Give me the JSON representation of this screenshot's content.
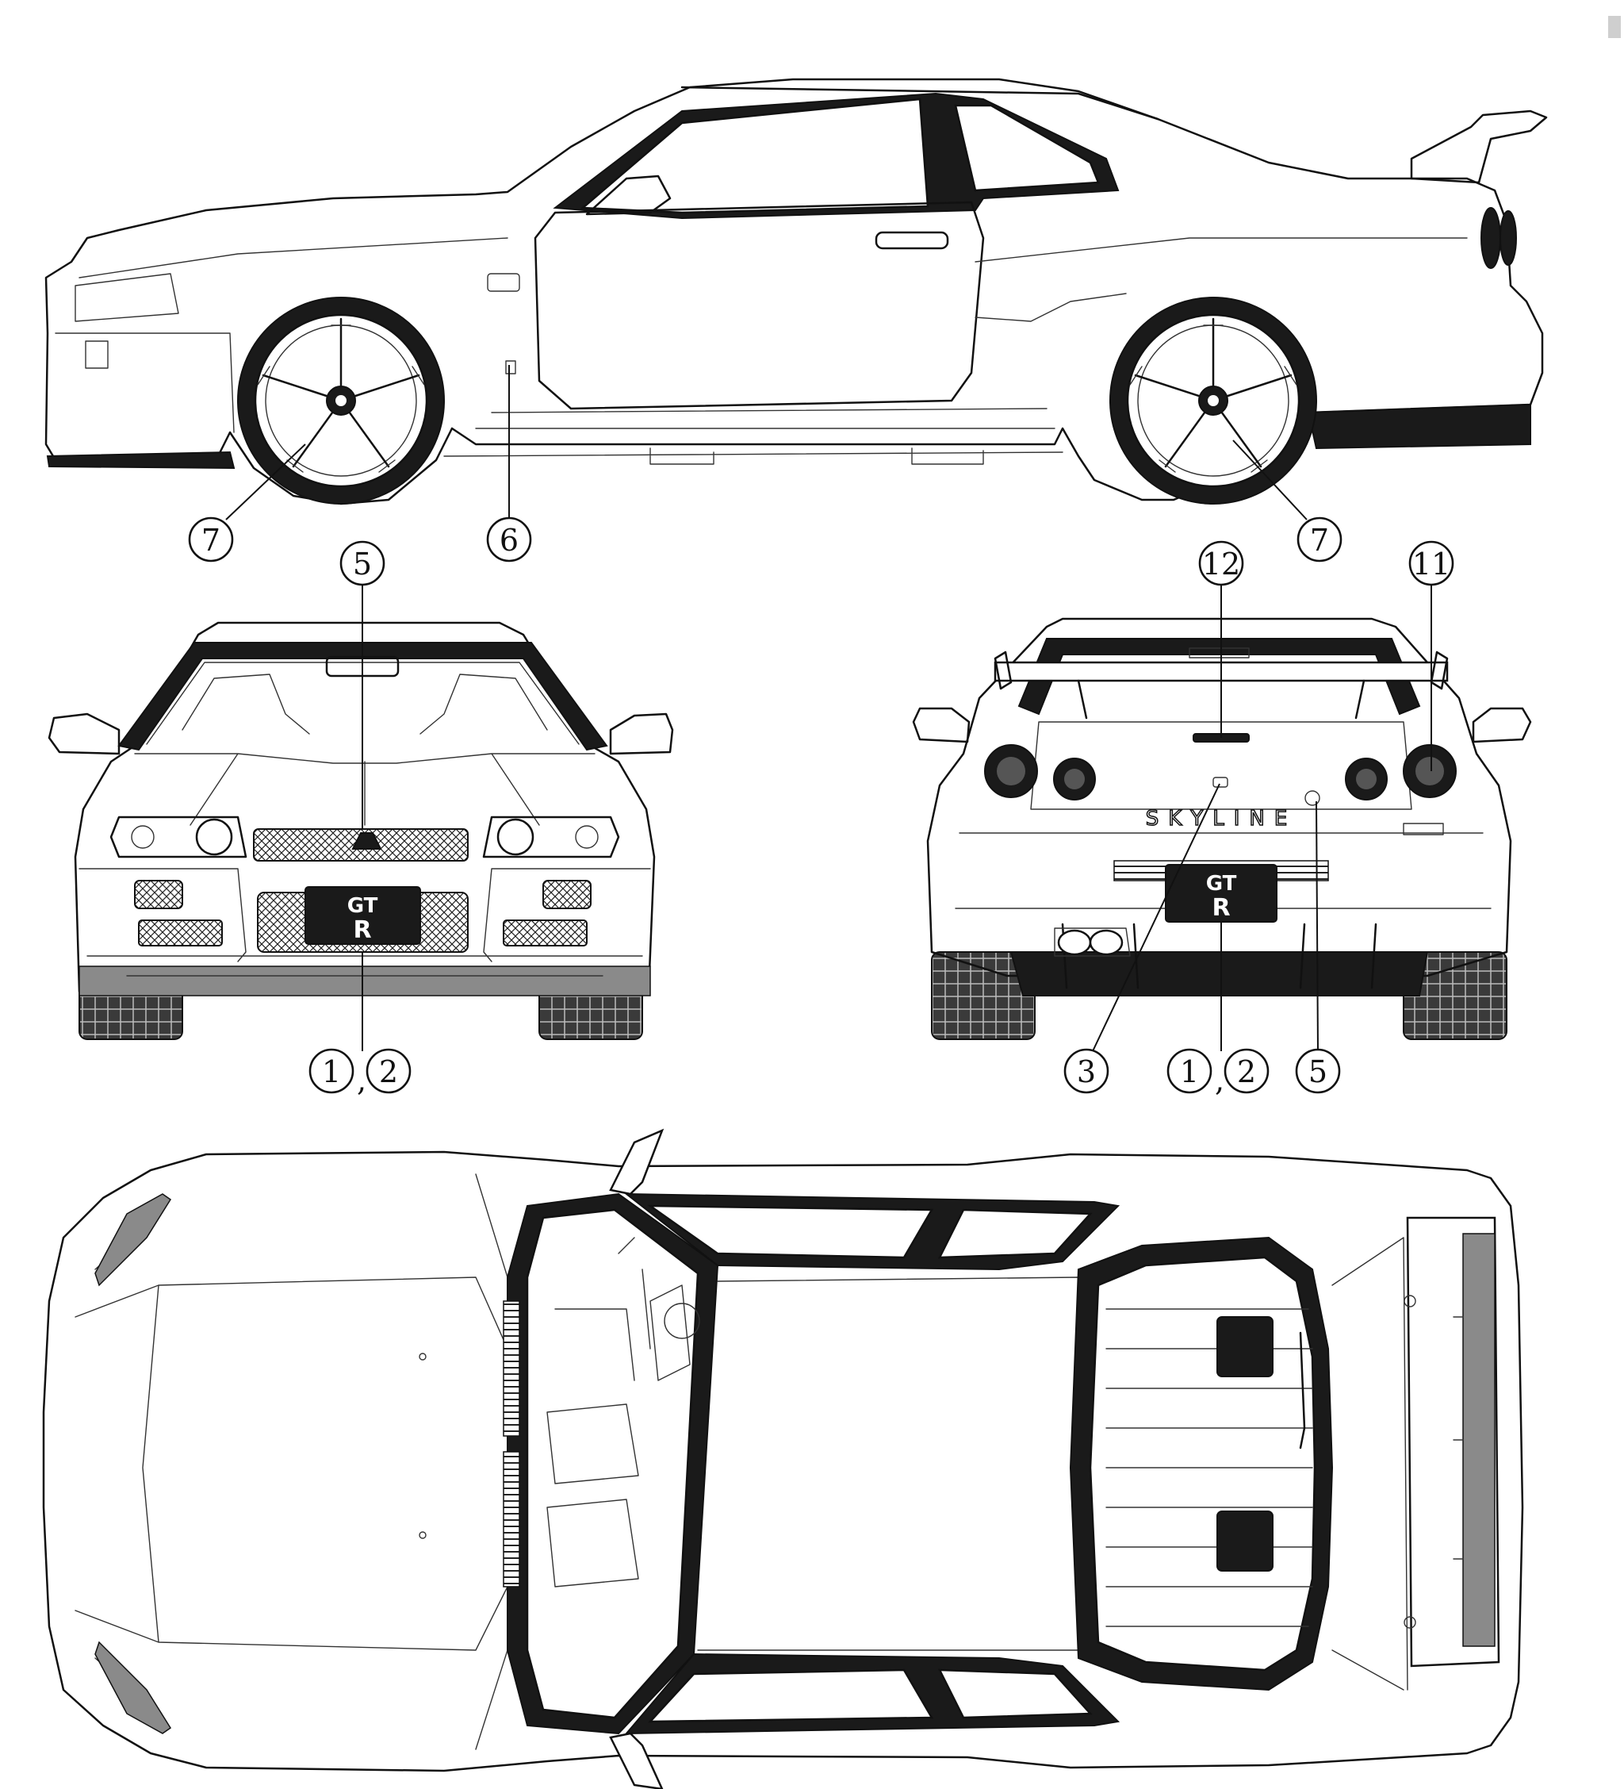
{
  "callouts": {
    "side_front_wheel": "7",
    "side_door_marker": "6",
    "side_rear_wheel": "7",
    "front_top": "5",
    "front_bottom_a": "1",
    "front_bottom_sep": ",",
    "front_bottom_b": "2",
    "rear_top_left": "12",
    "rear_top_right": "11",
    "rear_bottom_1": "3",
    "rear_bottom_2a": "1",
    "rear_bottom_sep": ",",
    "rear_bottom_2b": "2",
    "rear_bottom_3": "5"
  },
  "plates": {
    "front_line1": "GT",
    "front_line2": "R",
    "rear_line1": "GT",
    "rear_line2": "R"
  },
  "badges": {
    "rear_name": "SKYLINE"
  },
  "colors": {
    "ink": "#111111",
    "paper": "#ffffff",
    "plate": "#111111"
  }
}
